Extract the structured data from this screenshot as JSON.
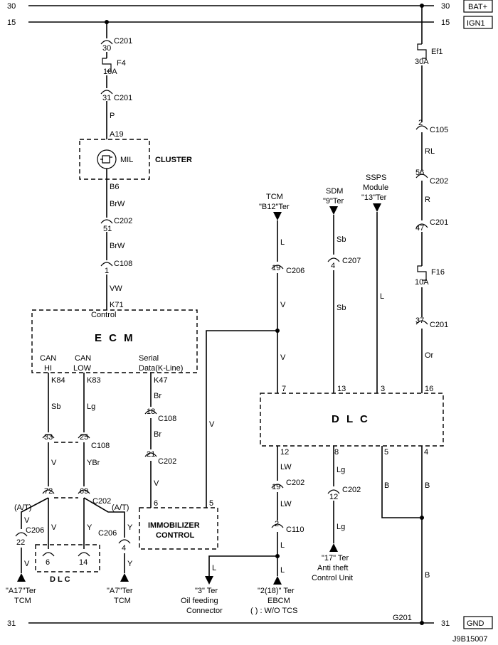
{
  "rails": {
    "bat_left": "30",
    "bat_right": "30",
    "bat_label": "BAT+",
    "ign_left": "15",
    "ign_right": "15",
    "ign_label": "IGN1",
    "gnd_left": "31",
    "gnd_right": "31",
    "gnd_label": "GND"
  },
  "left_branch": {
    "c201_top_pin": "30",
    "c201_top": "C201",
    "fuse_name": "F4",
    "fuse_rating": "10A",
    "c201_bot_pin": "31",
    "c201_bot": "C201",
    "wire_p": "P",
    "pin_a19": "A19",
    "mil_label": "MIL",
    "cluster_label": "CLUSTER",
    "pin_b6": "B6",
    "wire_brw1": "BrW",
    "c202_pin": "51",
    "c202": "C202",
    "wire_brw2": "BrW",
    "c108_pin": "1",
    "c108": "C108",
    "wire_vw": "VW",
    "pin_k71": "K71",
    "control_label": "Control"
  },
  "ecm": {
    "title": "E C M",
    "can_hi_1": "CAN",
    "can_hi_2": "HI",
    "can_low_1": "CAN",
    "can_low_2": "LOW",
    "serial_1": "Serial",
    "serial_2": "Data(K-Line)",
    "pin_k84": "K84",
    "pin_k83": "K83",
    "pin_k47": "K47",
    "wire_sb": "Sb",
    "wire_lg": "Lg",
    "wire_br1": "Br",
    "c108_pin_18": "18",
    "c108_k": "C108",
    "wire_br2": "Br",
    "c202_pin_21": "21",
    "c202_k": "C202",
    "wire_v_k": "V",
    "c108_pin_33": "33",
    "c108_pin_25": "25",
    "c108_can": "C108",
    "wire_v_can": "V",
    "wire_ybr": "YBr",
    "c202_pin_72": "72",
    "c202_pin_69": "69",
    "c202_can": "C202"
  },
  "lower_left": {
    "at1": "(A/T)",
    "at2": "(A/T)",
    "wire_v1": "V",
    "wire_v2": "V",
    "wire_y1": "Y",
    "wire_y2": "Y",
    "c206_left": "C206",
    "c206_right": "C206",
    "pin_22": "22",
    "pin_6": "6",
    "pin_14": "14",
    "pin_4": "4",
    "dlc_label": "D L C",
    "wire_v3": "V",
    "wire_y3": "Y",
    "tcm1_ter": "\"A17\"Ter",
    "tcm1": "TCM",
    "tcm2_ter": "\"A7\"Ter",
    "tcm2": "TCM"
  },
  "immobilizer": {
    "line1": "IMMOBILIZER",
    "line2": "CONTROL",
    "pin_6": "6",
    "pin_5": "5",
    "wire_v": "V"
  },
  "dlc_main": {
    "title": "D L C",
    "pin_7": "7",
    "pin_13": "13",
    "pin_3": "3",
    "pin_16": "16",
    "pin_12": "12",
    "pin_8": "8",
    "pin_5": "5",
    "pin_4": "4"
  },
  "tcm_top": {
    "name": "TCM",
    "ter": "\"B12\"Ter",
    "wire_l": "L",
    "c206_pin": "19",
    "c206": "C206",
    "wire_v1": "V",
    "wire_v2": "V"
  },
  "sdm": {
    "name": "SDM",
    "ter": "\"9\"Ter",
    "wire_sb1": "Sb",
    "c207_pin": "4",
    "c207": "C207",
    "wire_sb2": "Sb"
  },
  "ssps": {
    "name1": "SSPS",
    "name2": "Module",
    "ter": "\"13\"Ter",
    "wire_l": "L"
  },
  "right_branch": {
    "fuse_name": "Ef1",
    "fuse_rating": "30A",
    "c105_pin": "2",
    "c105": "C105",
    "wire_rl": "RL",
    "c202_pin": "56",
    "c202": "C202",
    "wire_r": "R",
    "c201_pin": "47",
    "c201": "C201",
    "fuse2_name": "F16",
    "fuse2_rating": "10A",
    "c201b_pin": "37",
    "c201b": "C201",
    "wire_or": "Or"
  },
  "bottom": {
    "wire_lw1": "LW",
    "c202_pin": "19",
    "c202": "C202",
    "wire_lw2": "LW",
    "c110_pin": "2",
    "c110": "C110",
    "wire_l1": "L",
    "wire_l2": "L",
    "wire_l3": "L",
    "oil_ter": "\"3\" Ter",
    "oil1": "Oil feeding",
    "oil2": "Connector",
    "ebcm_ter": "\"2(18)\" Ter",
    "ebcm": "EBCM",
    "ebcm_note": "( ) : W/O TCS",
    "wire_lg1": "Lg",
    "c202b_pin": "12",
    "c202b": "C202",
    "wire_lg2": "Lg",
    "anti_ter": "\"17\" Ter",
    "anti1": "Anti theft",
    "anti2": "Control Unit",
    "wire_b1": "B",
    "wire_b2": "B",
    "wire_b3": "B",
    "g201": "G201",
    "diagram_id": "J9B15007"
  }
}
